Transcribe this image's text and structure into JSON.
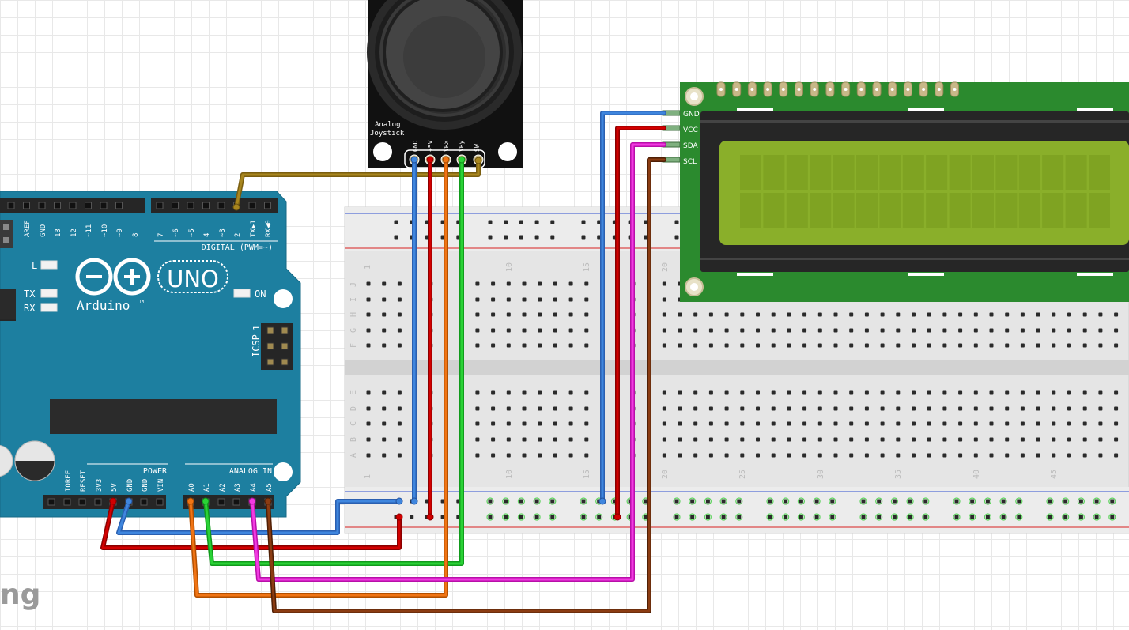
{
  "joystick": {
    "title_line1": "Analog",
    "title_line2": "Joystick",
    "pins": [
      "GND",
      "+5V",
      "VRx",
      "VRy",
      "SW"
    ]
  },
  "lcd": {
    "pins": [
      "GND",
      "VCC",
      "SDA",
      "SCL"
    ]
  },
  "arduino": {
    "brand": "Arduino",
    "tm": "TM",
    "model": "UNO",
    "digital_label": "DIGITAL (PWM=~)",
    "power_label": "POWER",
    "analog_label": "ANALOG IN",
    "on_label": "ON",
    "l_label": "L",
    "tx_label": "TX",
    "rx_label": "RX",
    "icsp_label": "ICSP",
    "icsp_one": "1",
    "digital_pins": [
      "AREF",
      "GND",
      "13",
      "12",
      "~11",
      "~10",
      "~9",
      "8",
      "7",
      "~6",
      "~5",
      "4",
      "~3",
      "2",
      "TX▶1",
      "RX◀0"
    ],
    "power_pins": [
      "IOREF",
      "RESET",
      "3V3",
      "5V",
      "GND",
      "GND",
      "VIN"
    ],
    "analog_pins": [
      "A0",
      "A1",
      "A2",
      "A3",
      "A4",
      "A5"
    ]
  },
  "breadboard": {
    "row_letters_top": [
      "J",
      "I",
      "H",
      "G",
      "F"
    ],
    "row_letters_bottom": [
      "E",
      "D",
      "C",
      "B",
      "A"
    ],
    "col_numbers_top": [
      "10",
      "15",
      "20"
    ],
    "col_numbers_bottom": [
      "1",
      "10",
      "15",
      "20",
      "25",
      "30",
      "35",
      "40",
      "45"
    ],
    "col_number_top_1": "1"
  },
  "watermark": "ng",
  "colors": {
    "arduino": "#1d7fa0",
    "wire_blue": "#3a7fd5",
    "wire_red": "#c00000",
    "wire_orange": "#e46c0a",
    "wire_green": "#22c02c",
    "wire_magenta": "#ee22dd",
    "wire_brown": "#7a3410",
    "wire_olive": "#9c7a1a",
    "lcd_board": "#2b8a2e",
    "lcd_screen": "#8aaf2a"
  }
}
